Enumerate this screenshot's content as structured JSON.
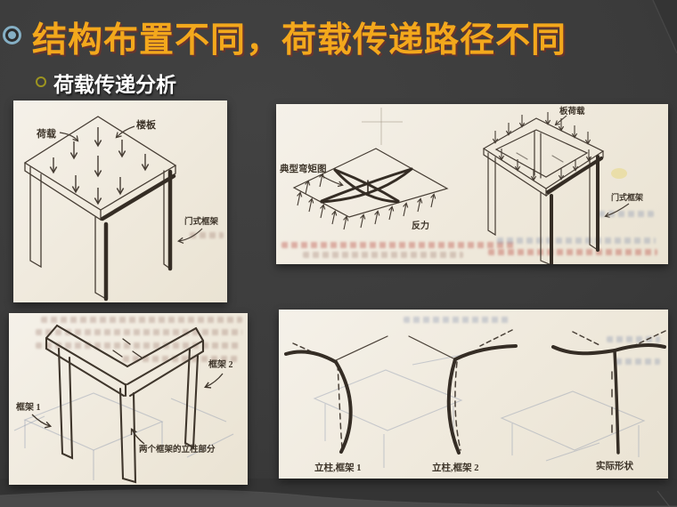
{
  "slide": {
    "title": "结构布置不同，荷载传递路径不同",
    "subtitle": "荷载传递分析",
    "colors": {
      "background": "#3d3d3d",
      "title_text": "#f3a81c",
      "title_bullet_ring": "#85afc4",
      "subtitle_bullet_ring": "#9c9420",
      "subtitle_text": "#ffffff",
      "paper": "#f2ede3",
      "sketch_ink": "#453c33"
    }
  },
  "figures": {
    "fig1": {
      "description": "table-with-slab-load-sketch",
      "labels": {
        "load": "荷载",
        "slab": "楼板",
        "portal_frame": "门式框架"
      }
    },
    "fig2": {
      "description": "moment-diagram-and-open-frame-sketch",
      "left_labels": {
        "typical_moment": "典型弯矩图",
        "reaction": "反力"
      },
      "right_labels": {
        "slab_load": "板荷载",
        "portal_frame": "门式框架"
      }
    },
    "fig3": {
      "description": "two-frames-corner-sketch",
      "labels": {
        "frame1": "框架 1",
        "frame2": "框架 2",
        "shared_columns": "两个框架的立柱部分"
      }
    },
    "fig4": {
      "description": "column-deformation-sketch",
      "labels": {
        "column_frame1": "立柱,框架 1",
        "column_frame2": "立柱,框架 2",
        "actual_shape": "实际形状"
      }
    }
  }
}
